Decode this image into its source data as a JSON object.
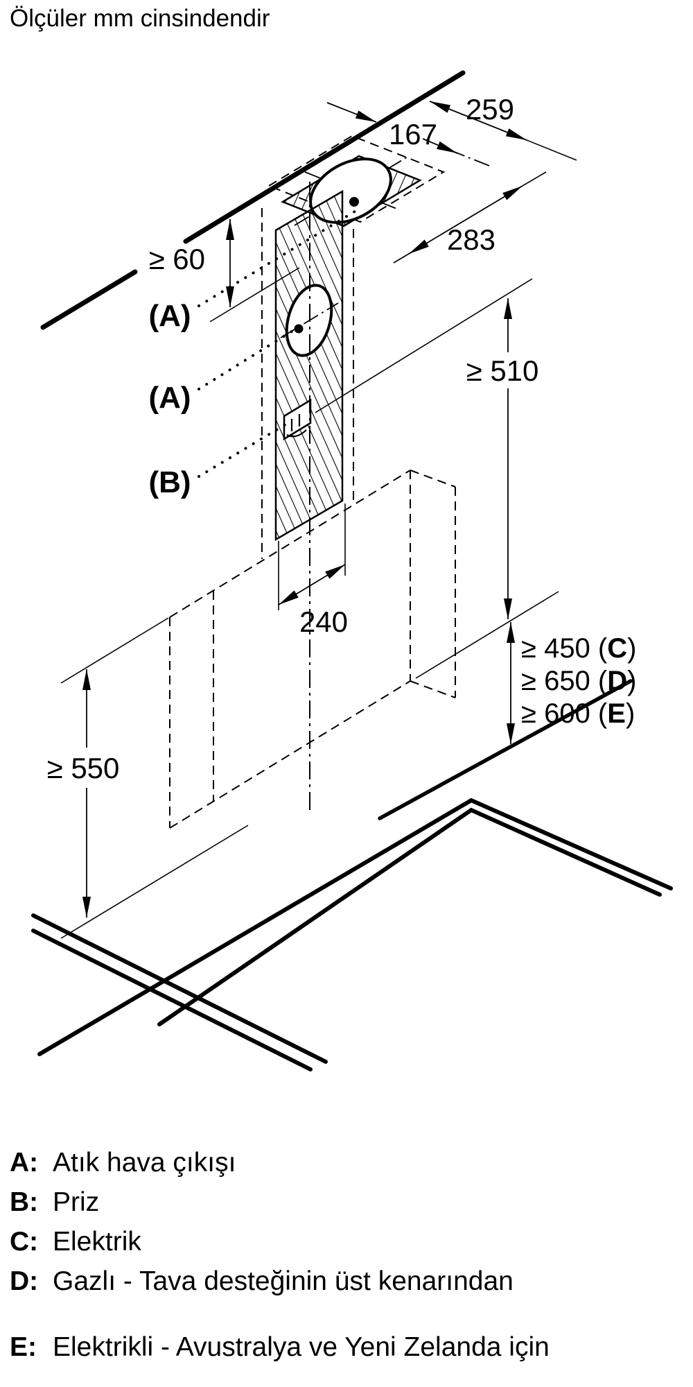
{
  "title": "Ölçüler mm cinsindendir",
  "diagram": {
    "dim_259": "259",
    "dim_167": "167",
    "dim_283": "283",
    "dim_min60": "≥ 60",
    "dim_min510": "≥ 510",
    "dim_240": "240",
    "dim_min550": "≥ 550",
    "clearances": [
      {
        "value": "≥ 450 (",
        "ref": "C",
        "close": ")"
      },
      {
        "value": "≥ 650 (",
        "ref": "D",
        "close": ")"
      },
      {
        "value": "≥ 600 (",
        "ref": "E",
        "close": ")"
      }
    ],
    "callouts": {
      "duct_top": "(A)",
      "duct_wall": "(A)",
      "socket": "(B)"
    }
  },
  "legend": {
    "rows": [
      {
        "key": "A:",
        "text": "Atık hava çıkışı"
      },
      {
        "key": "B:",
        "text": "Priz"
      },
      {
        "key": "C:",
        "text": "Elektrik"
      },
      {
        "key": "D:",
        "text": "Gazlı - Tava desteğinin üst kenarından"
      },
      {
        "key": "E:",
        "text": "Elektrikli - Avustralya ve Yeni Zelanda için"
      }
    ]
  }
}
